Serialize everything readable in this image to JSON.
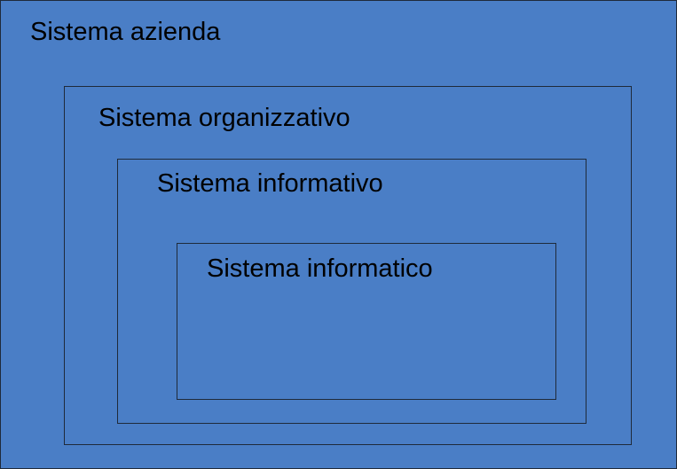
{
  "diagram": {
    "type": "nested-boxes",
    "fill_color": "#4a7ec6",
    "border_color": "#1f2a3a",
    "levels": [
      {
        "label": "Sistema azienda"
      },
      {
        "label": "Sistema organizzativo"
      },
      {
        "label": "Sistema informativo"
      },
      {
        "label": "Sistema informatico"
      }
    ]
  }
}
